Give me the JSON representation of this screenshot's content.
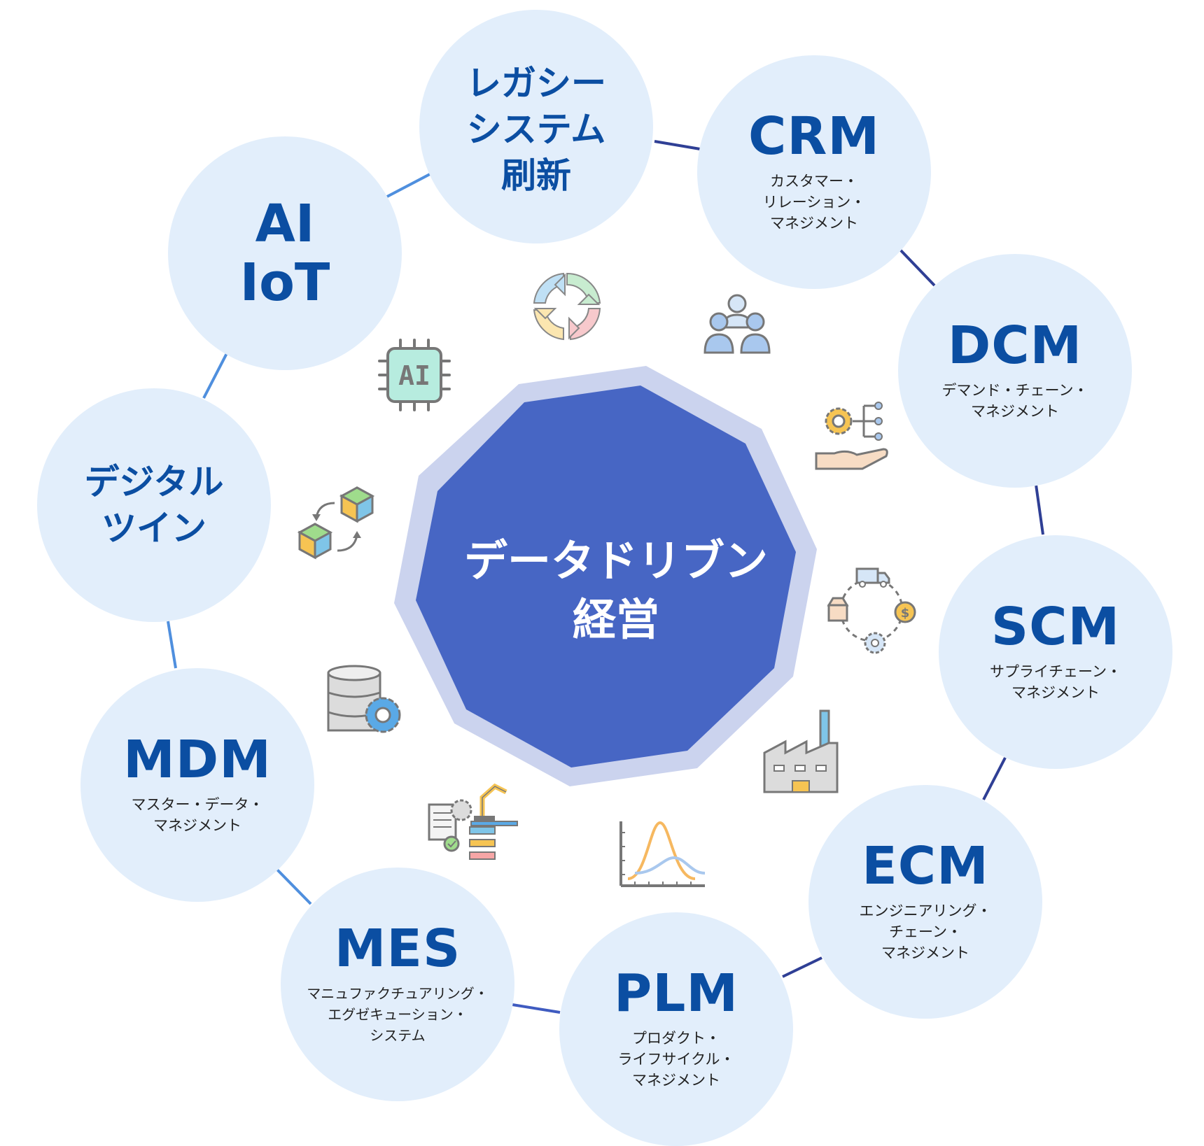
{
  "center": {
    "title": "データドリブン\n経営"
  },
  "nodes": {
    "legacy": {
      "label": "レガシー\nシステム\n刷新"
    },
    "crm": {
      "abbr": "CRM",
      "full": "カスタマー・\nリレーション・\nマネジメント"
    },
    "dcm": {
      "abbr": "DCM",
      "full": "デマンド・チェーン・\nマネジメント"
    },
    "scm": {
      "abbr": "SCM",
      "full": "サプライチェーン・\nマネジメント"
    },
    "ecm": {
      "abbr": "ECM",
      "full": "エンジニアリング・\nチェーン・\nマネジメント"
    },
    "plm": {
      "abbr": "PLM",
      "full": "プロダクト・\nライフサイクル・\nマネジメント"
    },
    "mes": {
      "abbr": "MES",
      "full": "マニュファクチュアリング・\nエグゼキューション・\nシステム"
    },
    "mdm": {
      "abbr": "MDM",
      "full": "マスター・データ・\nマネジメント"
    },
    "twin": {
      "label": "デジタル\nツイン"
    },
    "ai": {
      "label": "AI\nIoT"
    }
  },
  "icons": {
    "refresh": "refresh-cycle-icon",
    "team": "team-icon",
    "ai_chip": "ai-chip-icon",
    "gear_hand": "gear-hand-icon",
    "cubes": "digital-twin-cubes-icon",
    "supply": "supply-cycle-icon",
    "database": "database-gear-icon",
    "factory": "factory-icon",
    "workflow": "workflow-robot-icon",
    "chart": "distribution-chart-icon",
    "ai_chip_text": "AI"
  },
  "colors": {
    "node_fill": "#e2eefb",
    "node_text": "#0b4ea2",
    "center_fill": "#4766c4",
    "center_ring": "#cbd3ee",
    "line_dark": "#2f3f95",
    "line_light": "#4f8fde"
  }
}
